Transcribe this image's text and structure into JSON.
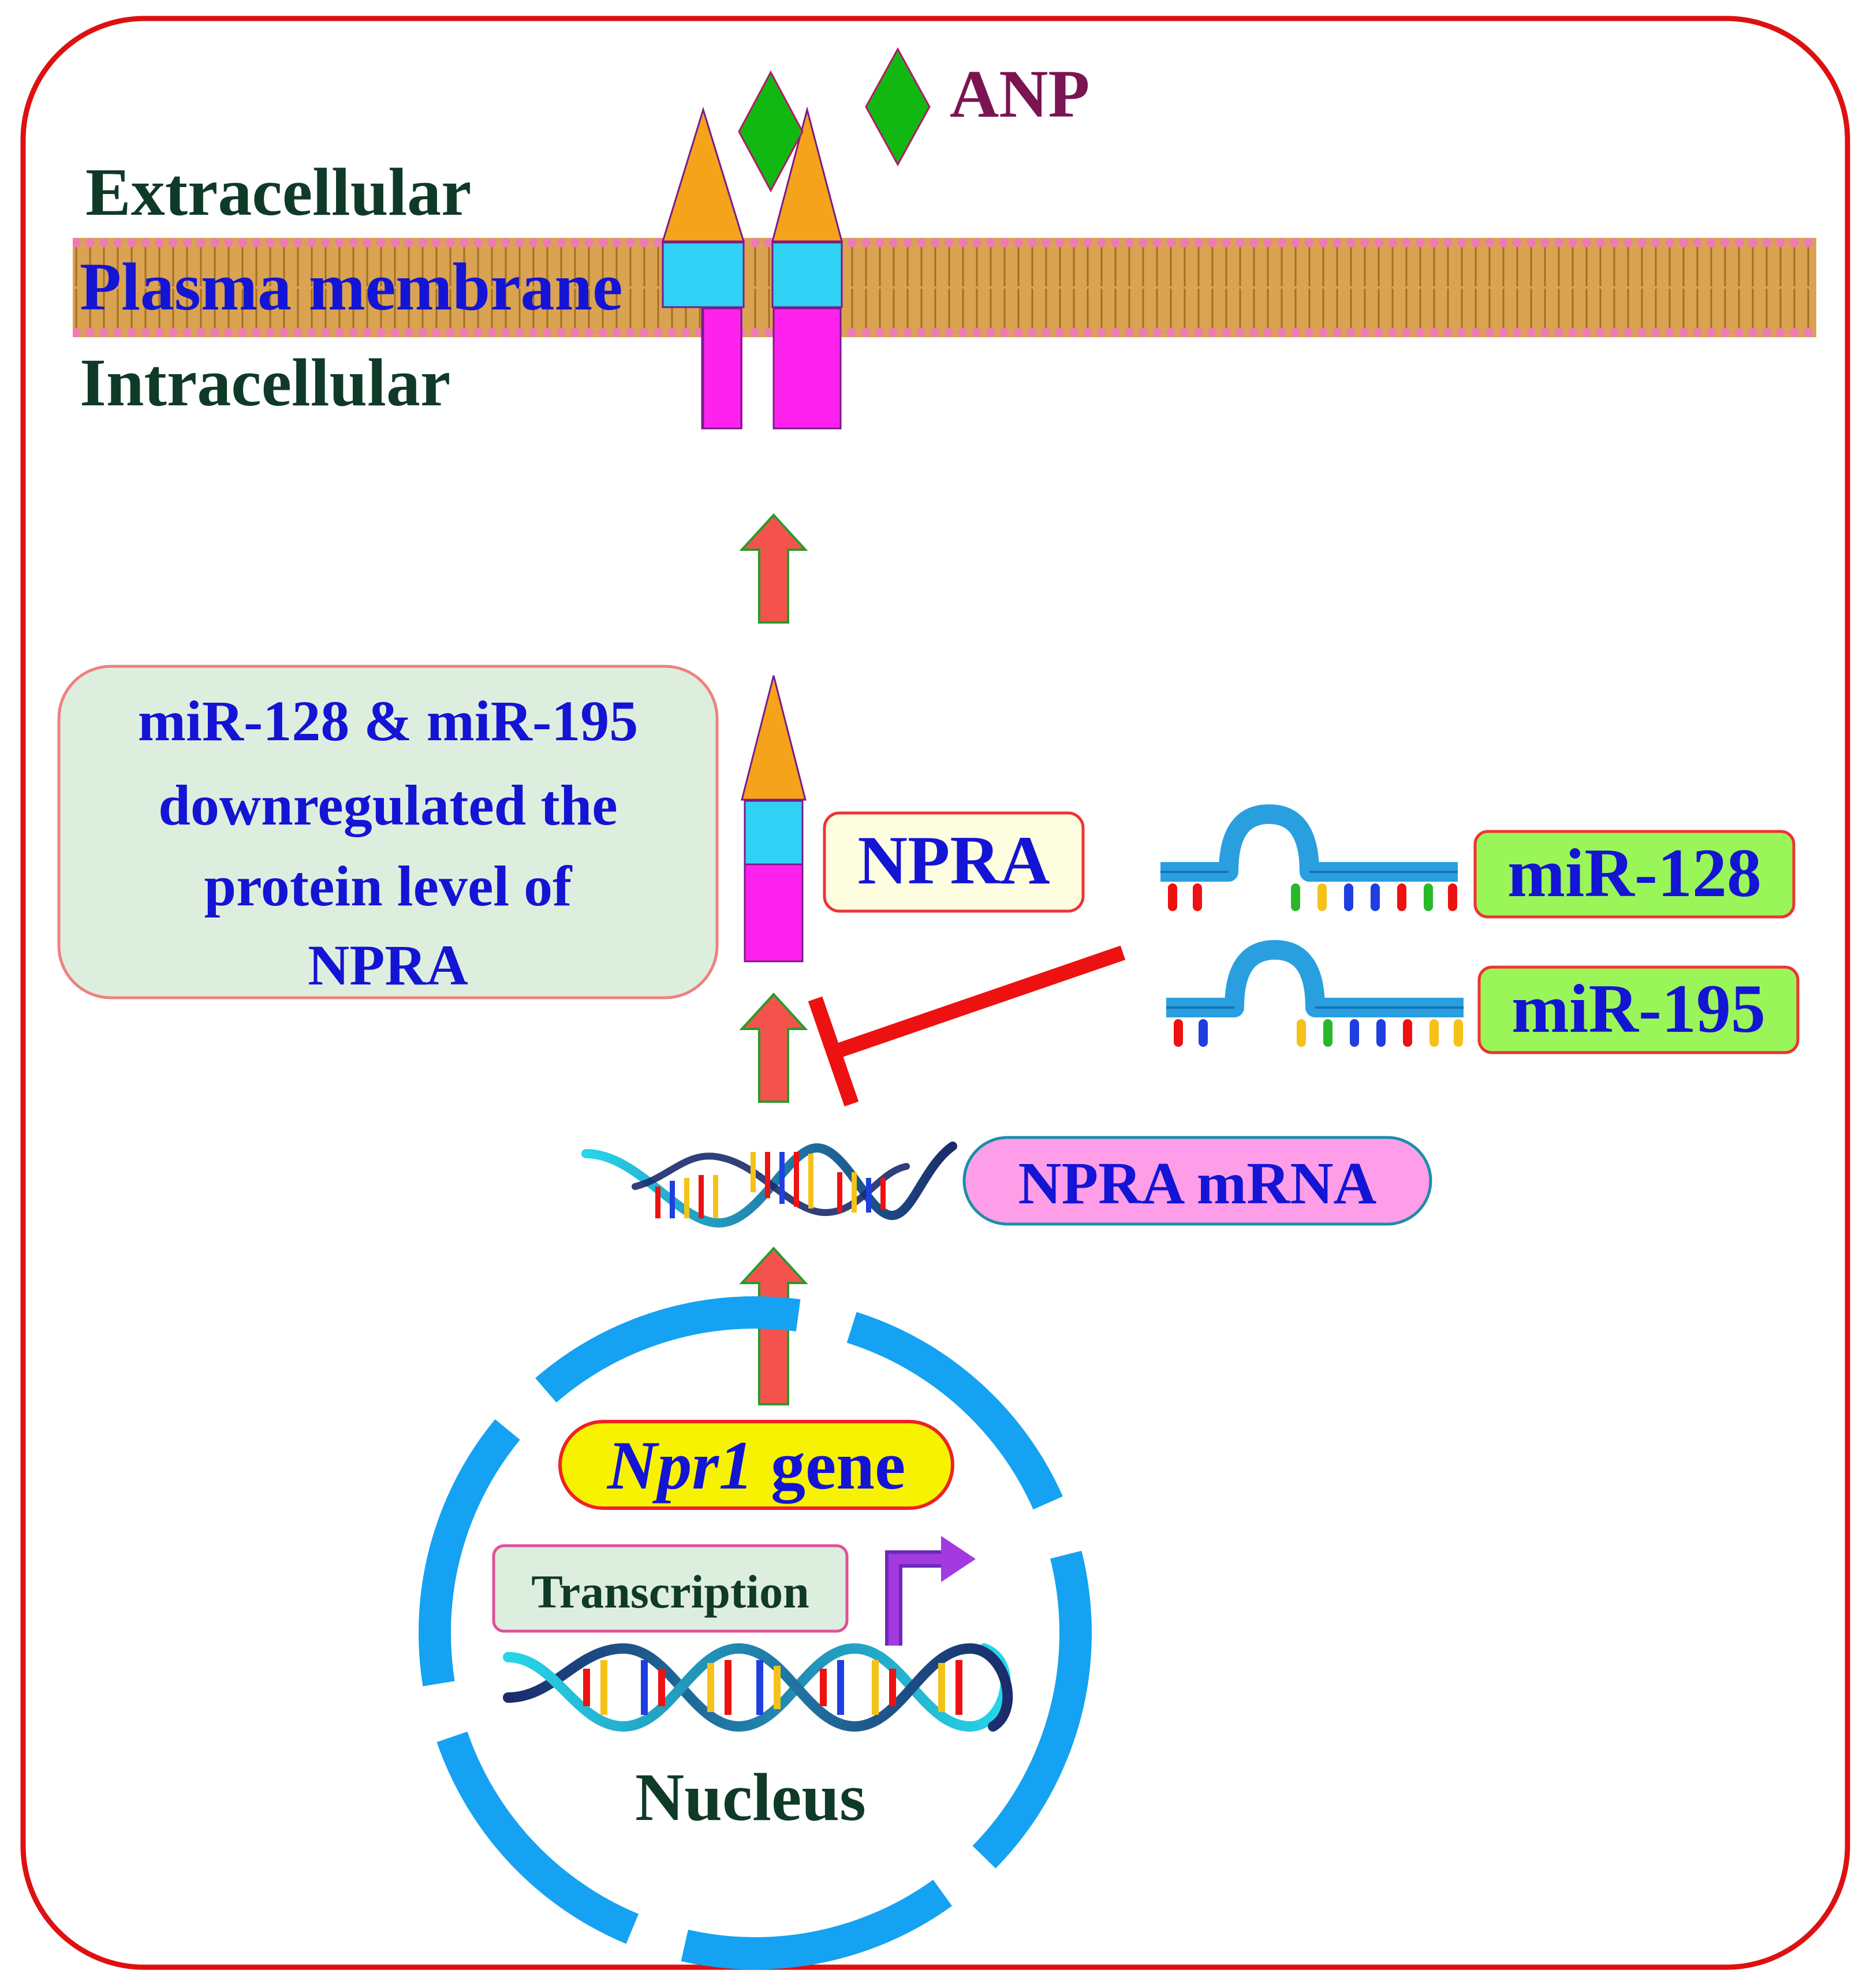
{
  "labels": {
    "anp": "ANP",
    "extracellular": "Extracellular",
    "plasma_membrane": "Plasma membrane",
    "intracellular": "Intracellular",
    "note_line1": "miR-128 & miR-195",
    "note_line2": "downregulated the",
    "note_line3": "protein level of",
    "note_line4": "NPRA",
    "npra": "NPRA",
    "mir128": "miR-128",
    "mir195": "miR-195",
    "npra_mrna": "NPRA mRNA",
    "gene_italic": "Npr1",
    "gene_rest": "gene",
    "transcription": "Transcription",
    "nucleus": "Nucleus"
  },
  "colors": {
    "frame": "#dd1111",
    "membrane": "#d9a352",
    "membrane_head": "#f07ab4",
    "receptor_ecd": "#f5a31a",
    "receptor_tm": "#2fd2f5",
    "receptor_icd": "#ff22ee",
    "anp": "#12b812",
    "arrow_fill": "#f4534d",
    "arrow_edge": "#2a9a2a",
    "inhibit": "#ee1111",
    "mirna": "#2a9fe0",
    "nucleus": "#15a2f2",
    "label_dark": "#103a28",
    "label_blue": "#1414d4",
    "anp_text": "#7a1552"
  }
}
